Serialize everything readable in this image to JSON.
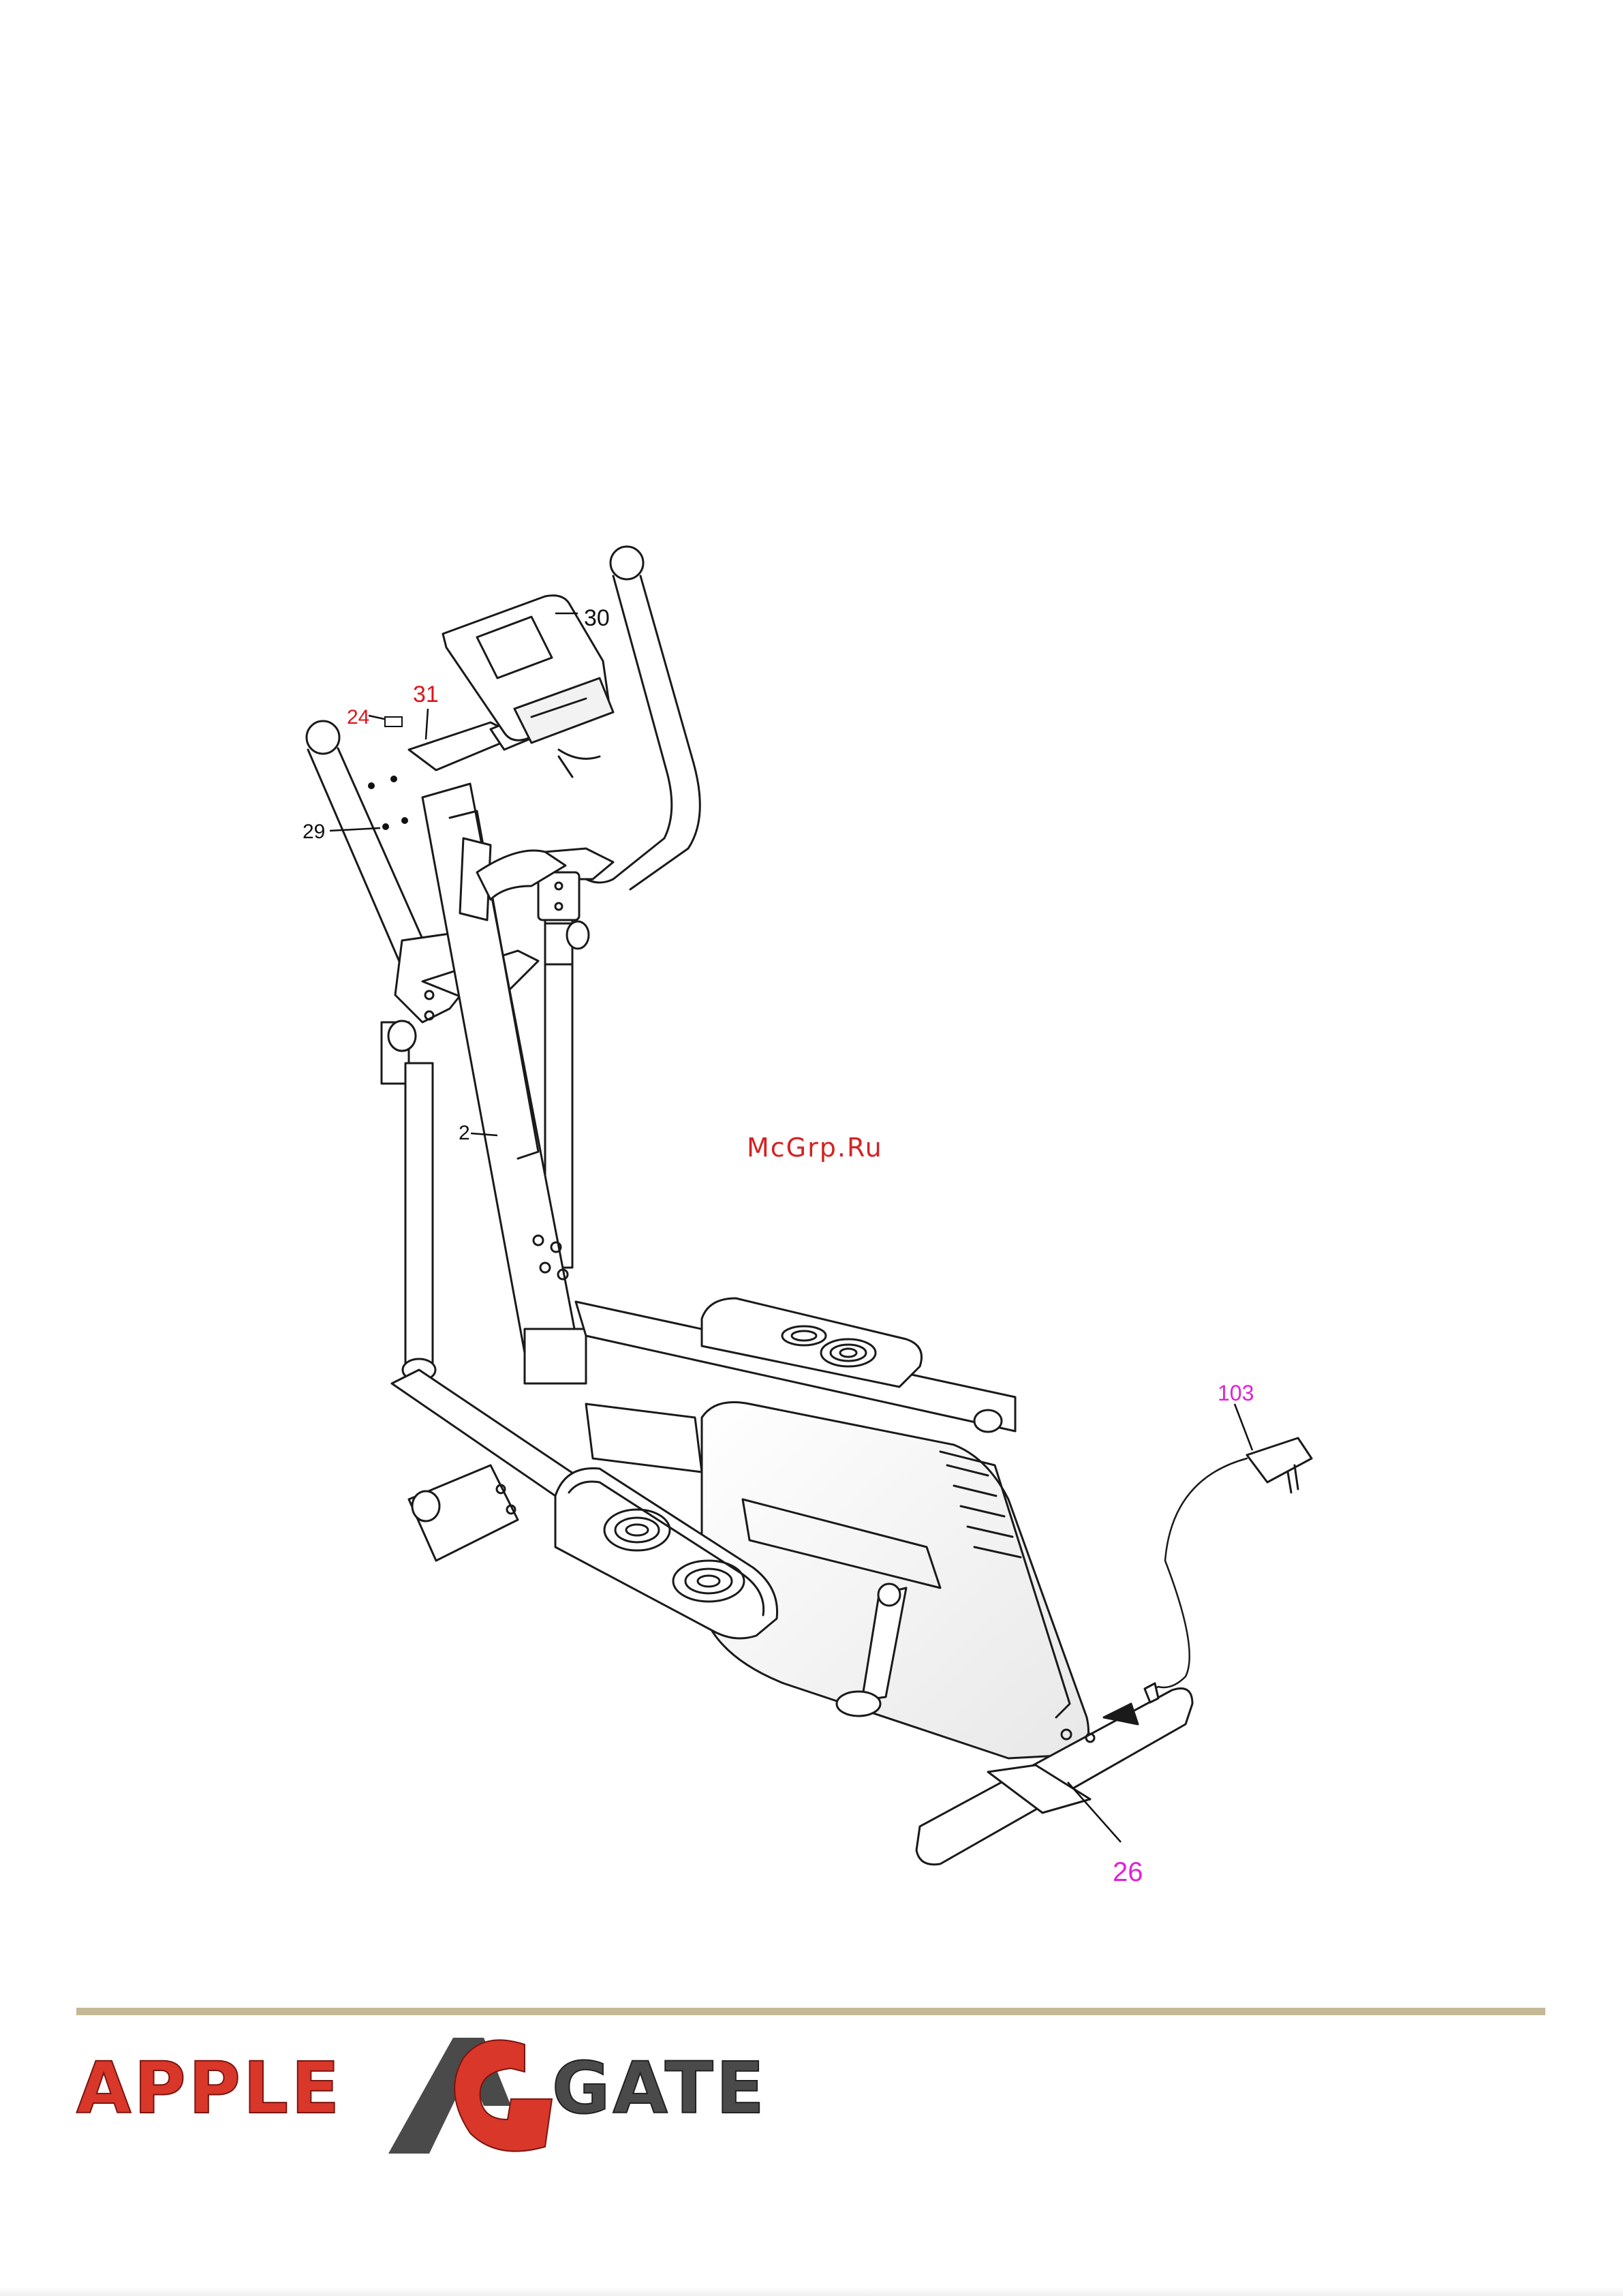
{
  "watermark": "McGrp.Ru",
  "callouts": {
    "c30": "30",
    "c31": "31",
    "c24": "24",
    "c29": "29",
    "c2": "2",
    "c103": "103",
    "c26": "26"
  },
  "brand": {
    "left": "APPLE",
    "right": "GATE",
    "rule_color": "#c4b996",
    "accent_red": "#d8372a",
    "accent_gray": "#4a4a4a"
  },
  "colors": {
    "label_black": "#111111",
    "label_red": "#e0141b",
    "label_magenta": "#e21fd7",
    "watermark_red": "#d42222"
  }
}
